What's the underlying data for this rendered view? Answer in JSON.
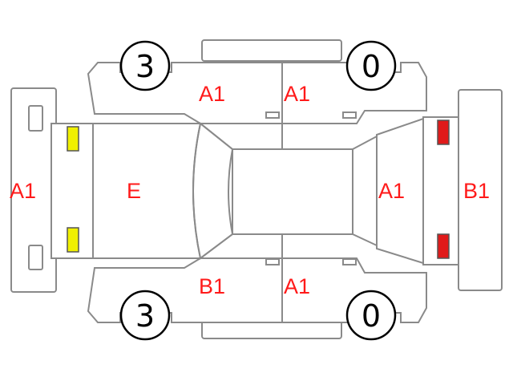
{
  "colors": {
    "outline": "#8a8a8a",
    "code_text": "#ff1a1a",
    "front_lamp": "#f0f000",
    "rear_lamp": "#e01a1a"
  },
  "tires": {
    "front_left": "3",
    "rear_left": "0",
    "front_right": "3",
    "rear_right": "0"
  },
  "codes": {
    "front_bumper": "A1",
    "hood": "E",
    "rear_panel": "A1",
    "rear_bumper": "B1",
    "top_front_door": "A1",
    "top_rear_door": "A1",
    "bottom_front_door": "B1",
    "bottom_rear_door": "A1"
  }
}
